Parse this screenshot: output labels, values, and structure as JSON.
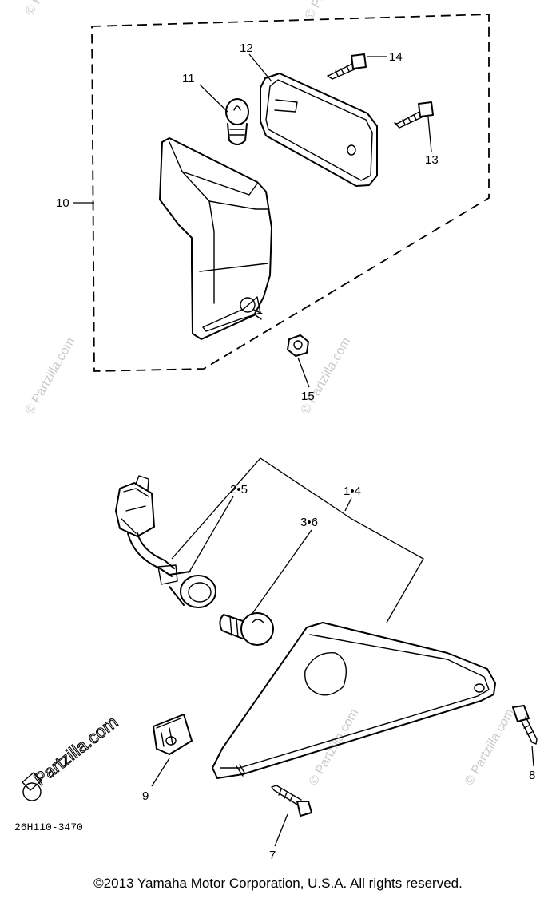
{
  "diagram": {
    "part_labels": {
      "p10": "10",
      "p11": "11",
      "p12": "12",
      "p13": "13",
      "p14": "14",
      "p15": "15",
      "p25": "2•5",
      "p36": "3•6",
      "p14b": "1•4",
      "p7": "7",
      "p8": "8",
      "p9": "9"
    },
    "diagram_code": "26H110-3470",
    "watermark": "© Partzilla.com",
    "watermark_logo": "Partzilla.com",
    "copyright": "©2013  Yamaha Motor Corporation, U.S.A. All rights reserved."
  }
}
